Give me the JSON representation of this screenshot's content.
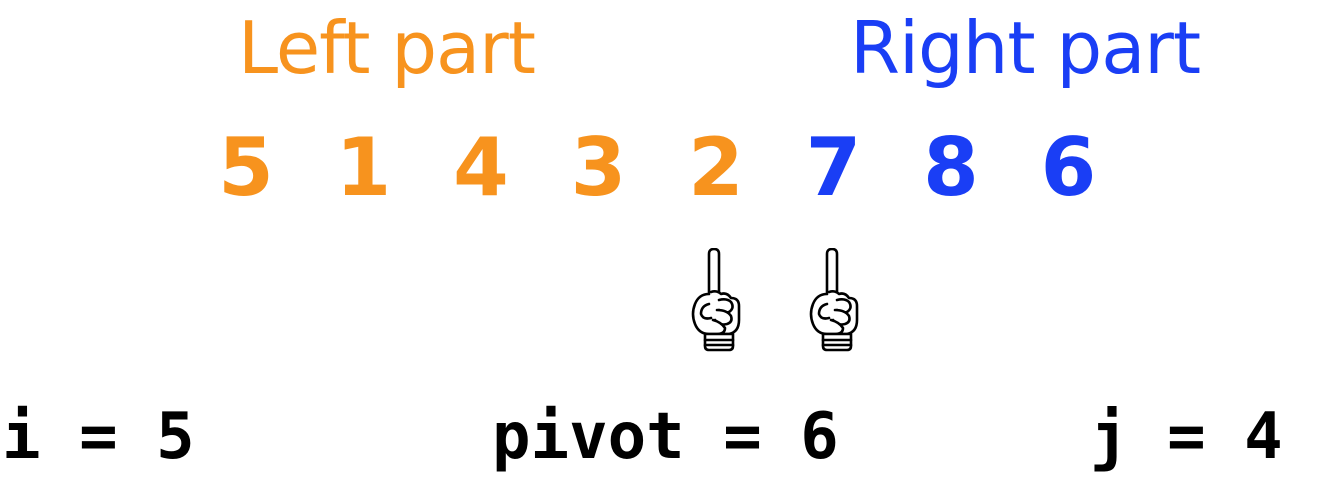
{
  "colors": {
    "left": "#f7931e",
    "right": "#1a3ef5",
    "text": "#000000"
  },
  "labels": {
    "left": "Left part",
    "right": "Right part"
  },
  "array": [
    {
      "value": "5",
      "part": "left"
    },
    {
      "value": "1",
      "part": "left"
    },
    {
      "value": "4",
      "part": "left"
    },
    {
      "value": "3",
      "part": "left"
    },
    {
      "value": "2",
      "part": "left"
    },
    {
      "value": "7",
      "part": "right"
    },
    {
      "value": "8",
      "part": "right"
    },
    {
      "value": "6",
      "part": "right"
    }
  ],
  "pointers": [
    {
      "icon": "pointing-hand-icon",
      "at_index": 4
    },
    {
      "icon": "pointing-hand-icon",
      "at_index": 5
    }
  ],
  "variables": {
    "i": "i = 5",
    "pivot": "pivot = 6",
    "j": "j = 4"
  }
}
